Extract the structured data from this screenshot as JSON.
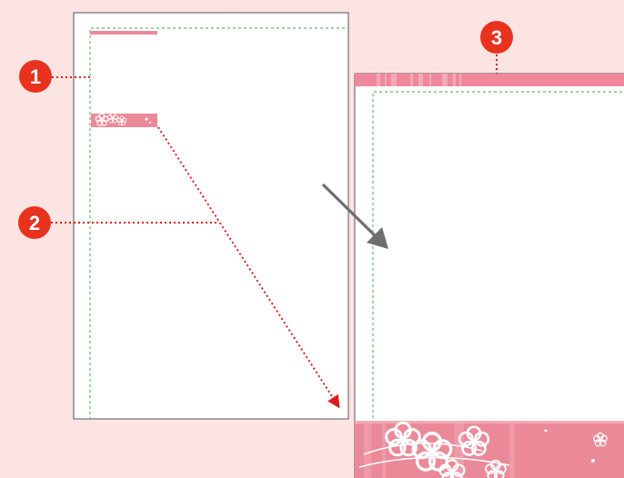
{
  "markers": [
    {
      "id": "marker-1",
      "label": "1"
    },
    {
      "id": "marker-2",
      "label": "2"
    },
    {
      "id": "marker-3",
      "label": "3"
    }
  ],
  "colors": {
    "background": "#fbe4e2",
    "marker": "#e8321e",
    "leader_line": "#dd1d1d",
    "guide_line": "#5fbf5f",
    "accent_pink": "#f0889c",
    "band_pink": "#ea8a99",
    "page": "#ffffff",
    "page_border": "#555555",
    "arrow_gray": "#6e6e6e"
  },
  "icons": [
    "blossom-icon"
  ]
}
